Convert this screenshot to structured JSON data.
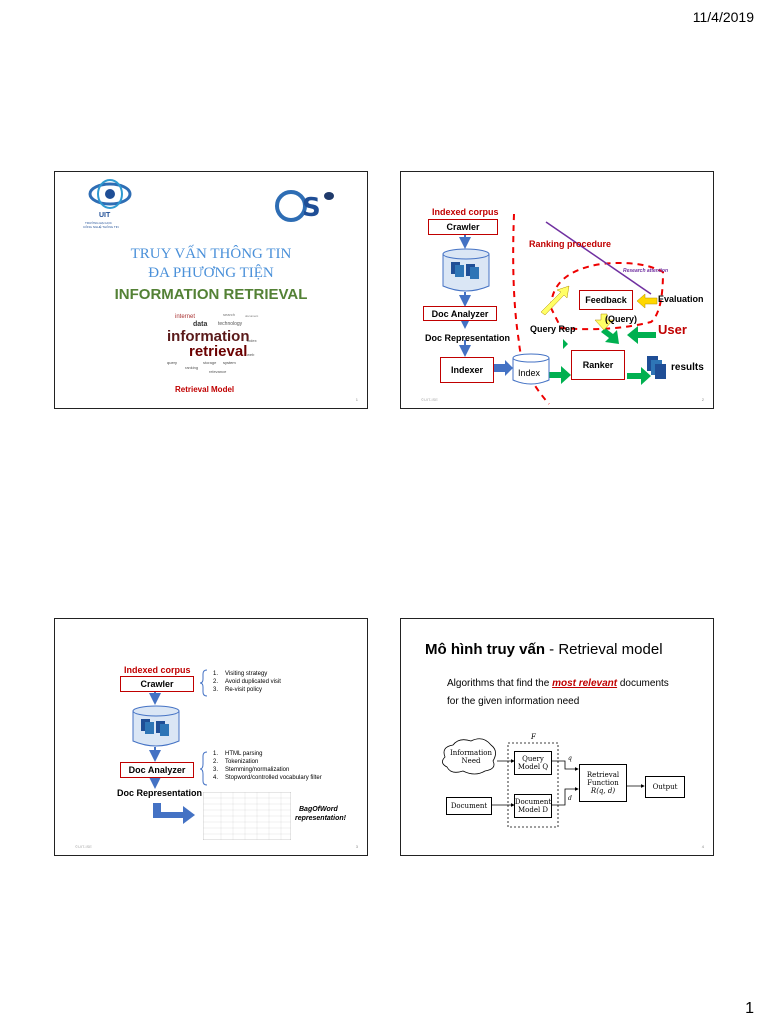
{
  "header": {
    "date": "11/4/2019"
  },
  "page_number": "1",
  "slide1": {
    "uit_logo": "UIT",
    "uit_caption_1": "TRƯỜNG ĐẠI HỌC",
    "uit_caption_2": "CÔNG NGHỆ THÔNG TIN",
    "cs_logo": "CS",
    "title_line1": "TRUY VẤN THÔNG TIN",
    "title_line2": "ĐA PHƯƠNG TIỆN",
    "title_line3": "INFORMATION RETRIEVAL",
    "cloud_big1": "information",
    "cloud_big2": "retrieval",
    "cloud_words": [
      "internet",
      "data",
      "technology",
      "search",
      "document",
      "system",
      "query",
      "ranking",
      "storage",
      "relevance",
      "index",
      "web"
    ],
    "subtitle": "Retrieval  Model",
    "num": "1"
  },
  "slide2": {
    "indexed_corpus": "Indexed corpus",
    "crawler": "Crawler",
    "doc_analyzer": "Doc Analyzer",
    "doc_representation": "Doc Representation",
    "indexer": "Indexer",
    "index": "Index",
    "ranking_procedure": "Ranking procedure",
    "research_attention": "Research attention",
    "feedback": "Feedback",
    "evaluation": "Evaluation",
    "query": "(Query)",
    "user": "User",
    "query_rep": "Query Rep",
    "ranker": "Ranker",
    "results": "results",
    "num": "2",
    "footer": "©UIT-ISE"
  },
  "slide3": {
    "indexed_corpus": "Indexed corpus",
    "crawler": "Crawler",
    "crawler_list": [
      "Visiting strategy",
      "Avoid duplicated visit",
      "Re-visit policy"
    ],
    "doc_analyzer": "Doc Analyzer",
    "analyzer_list": [
      "HTML parsing",
      "Tokenization",
      "Stemming/normalization",
      "Stopword/controlled vocabulary filter"
    ],
    "doc_representation": "Doc Representation",
    "bow_1": "BagOfWord",
    "bow_2": "representation!",
    "num": "3",
    "footer": "©UIT-ISE"
  },
  "slide4": {
    "title_bold": "Mô hình truy vấn",
    "title_rest": " - Retrieval model",
    "text_before": "Algorithms that find the ",
    "text_emph": "most relevant",
    "text_after": " documents",
    "text_line2": "for the given information need",
    "label_f": "F",
    "info_need": "Information Need",
    "query_model": "Query Model Q",
    "document": "Document",
    "document_model": "Document Model D",
    "retrieval_function_1": "Retrieval",
    "retrieval_function_2": "Function",
    "retrieval_function_3": "R(q, d)",
    "label_q": "q",
    "label_d": "d",
    "output": "Output",
    "num": "4"
  }
}
